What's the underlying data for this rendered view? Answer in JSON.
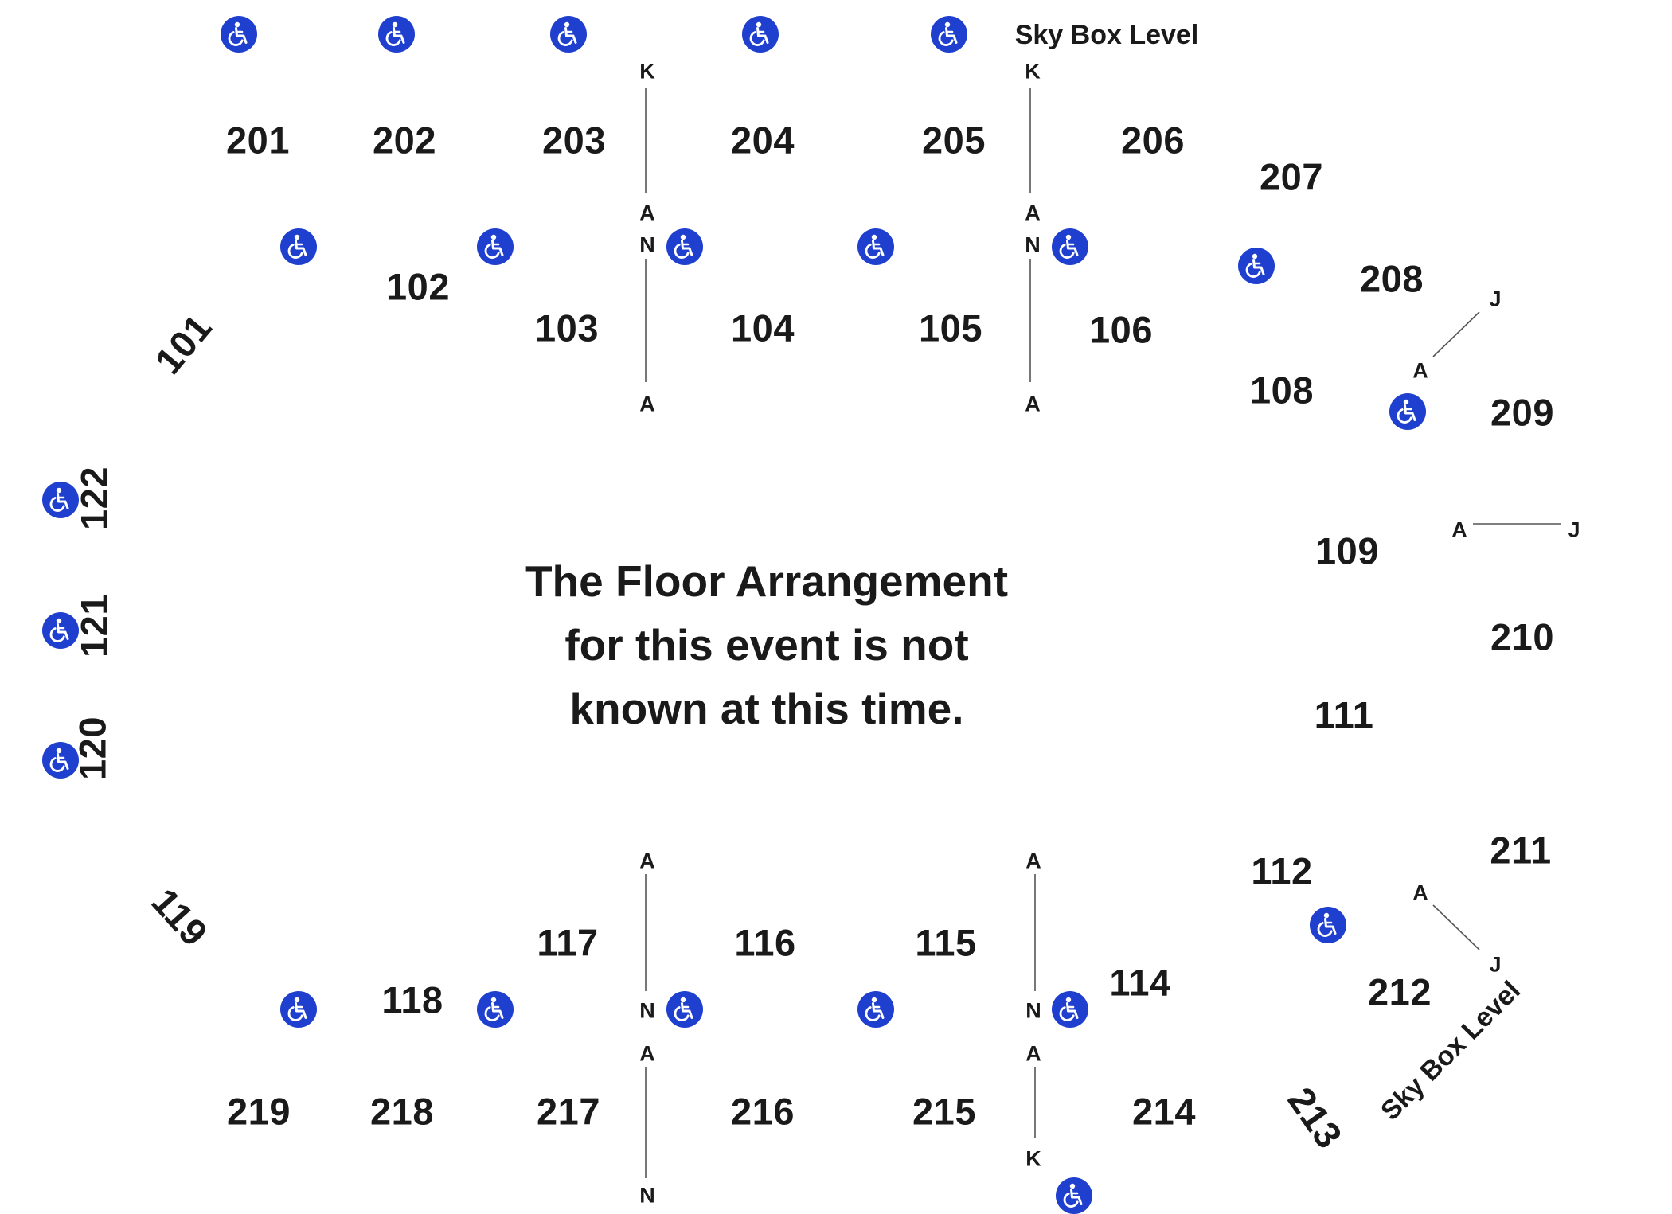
{
  "sky_box_label_top": "Sky Box Level",
  "sky_box_label_bottom": "Sky Box Level",
  "message": {
    "line1": "The Floor Arrangement",
    "line2": "for this event is not",
    "line3": "known at this time."
  },
  "colors": {
    "accessible_icon": "#1f3fcf",
    "text": "#1a1a1a",
    "row_line": "#555555"
  },
  "icon": "wheelchair-accessible-icon",
  "sections": {
    "s201": "201",
    "s202": "202",
    "s203": "203",
    "s204": "204",
    "s205": "205",
    "s206": "206",
    "s207": "207",
    "s208": "208",
    "s209": "209",
    "s210": "210",
    "s211": "211",
    "s212": "212",
    "s213": "213",
    "s214": "214",
    "s215": "215",
    "s216": "216",
    "s217": "217",
    "s218": "218",
    "s219": "219",
    "s101": "101",
    "s102": "102",
    "s103": "103",
    "s104": "104",
    "s105": "105",
    "s106": "106",
    "s108": "108",
    "s109": "109",
    "s111": "111",
    "s112": "112",
    "s114": "114",
    "s115": "115",
    "s116": "116",
    "s117": "117",
    "s118": "118",
    "s119": "119",
    "s120": "120",
    "s121": "121",
    "s122": "122"
  },
  "rows": {
    "top_left_k": "K",
    "top_left_a1": "A",
    "top_left_n": "N",
    "top_left_a2": "A",
    "top_right_k": "K",
    "top_right_a1": "A",
    "top_right_n": "N",
    "top_right_a2": "A",
    "ne_j": "J",
    "ne_a": "A",
    "e_a": "A",
    "e_j": "J",
    "se_a": "A",
    "se_j": "J",
    "bot_left_a1": "A",
    "bot_left_n1": "N",
    "bot_left_a2": "A",
    "bot_left_n2": "N",
    "bot_right_a1": "A",
    "bot_right_n": "N",
    "bot_right_a2": "A",
    "bot_right_k": "K"
  }
}
